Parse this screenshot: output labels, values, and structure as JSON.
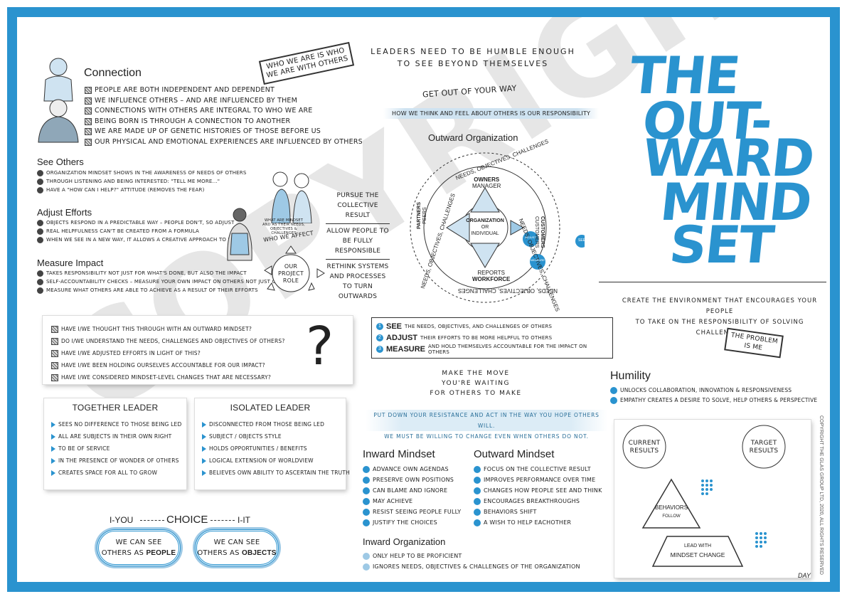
{
  "watermark": "COPYRIGHT",
  "copyright_vertical": "COPYRIGHT THE GLAS GROUP LTD, 2020, ALL RIGHTS RESERVED",
  "signature": "DAY",
  "header": {
    "title_lines": [
      "THE",
      "OUT-",
      "WARD",
      "MIND",
      "SET"
    ],
    "quote_line1": "LEADERS NEED TO BE HUMBLE ENOUGH",
    "quote_line2": "TO SEE BEYOND THEMSELVES"
  },
  "ribbon_who": {
    "line1": "WHO WE ARE IS WHO",
    "line2": "WE ARE WITH OTHERS"
  },
  "connection": {
    "heading": "Connection",
    "items": [
      "PEOPLE ARE BOTH INDEPENDENT AND DEPENDENT",
      "WE INFLUENCE OTHERS – AND ARE INFLUENCED BY THEM",
      "CONNECTIONS WITH OTHERS ARE INTEGRAL TO WHO WE ARE",
      "BEING BORN IS THROUGH A CONNECTION TO ANOTHER",
      "WE ARE MADE UP OF GENETIC HISTORIES OF THOSE BEFORE US",
      "OUR PHYSICAL AND EMOTIONAL EXPERIENCES ARE INFLUENCED BY OTHERS"
    ]
  },
  "see_others": {
    "heading": "See Others",
    "items": [
      "ORGANIZATION MINDSET SHOWS IN THE AWARENESS OF NEEDS OF OTHERS",
      "THROUGH LISTENING AND BEING INTERESTED: \"TELL ME MORE...\"",
      "HAVE A \"HOW CAN I HELP?\" ATTITUDE (REMOVES THE FEAR)"
    ]
  },
  "adjust_efforts": {
    "heading": "Adjust Efforts",
    "items": [
      "OBJECTS RESPOND IN A PREDICTABLE WAY – PEOPLE DON'T, SO ADJUST",
      "REAL HELPFULNESS CAN'T BE CREATED FROM A FORMULA",
      "WHEN WE SEE IN A NEW WAY, IT ALLOWS A CREATIVE APPROACH TO HELP"
    ]
  },
  "measure_impact": {
    "heading": "Measure Impact",
    "items": [
      "TAKES RESPONSIBILITY NOT JUST FOR WHAT'S DONE, BUT ALSO THE IMPACT",
      "SELF-ACCOUNTABILITY CHECKS – MEASURE YOUR OWN IMPACT ON OTHERS NOT JUST OUTPUT",
      "MEASURE WHAT OTHERS ARE ABLE TO ACHIEVE AS A RESULT OF THEIR EFFORTS"
    ]
  },
  "sketch": {
    "caption": "WHAT ARE MINDSET AND AS THEIR NEEDS, OBJECTIVES & CHALLENGES",
    "who_we_affect": "WHO WE AFFECT",
    "center": "OUR PROJECT ROLE"
  },
  "pursue_col": {
    "blocks": [
      "PURSUE THE COLLECTIVE RESULT",
      "ALLOW PEOPLE TO BE FULLY RESPONSIBLE",
      "RETHINK SYSTEMS AND PROCESSES TO TURN OUTWARDS"
    ]
  },
  "center_top": {
    "get_out": "GET OUT OF YOUR WAY",
    "how_we_think": "HOW WE THINK AND FEEL ABOUT OTHERS IS OUR RESPONSIBILITY",
    "outward_org": "Outward Organization"
  },
  "wheel": {
    "owners": "OWNERS",
    "manager": "MANAGER",
    "partners": "PARTNERS",
    "peers": "PEERS",
    "customers": "CUSTOMERS",
    "customers_sub": "CUSTOMERS",
    "reports": "REPORTS",
    "workforce": "WORKFORCE",
    "center1": "ORGANIZATION",
    "center2": "OR",
    "center3": "INDIVIDUAL",
    "ring_top": "NEEDS, OBJECTIVES, CHALLENGES",
    "ring_right": "NEEDS, OBJECTIVES, CHALLENGES",
    "ring_bottom": "NEEDS, OBJECTIVES, CHALLENGES",
    "ring_left": "NEEDS, OBJECTIVES, CHALLENGES",
    "adjust": "ADJUST",
    "measure": "MEASURE",
    "see": "SEE"
  },
  "questions": [
    "HAVE I/WE THOUGHT THIS THROUGH WITH AN OUTWARD MINDSET?",
    "DO I/WE UNDERSTAND THE NEEDS, CHALLENGES AND OBJECTIVES OF OTHERS?",
    "HAVE I/WE ADJUSTED EFFORTS IN LIGHT OF THIS?",
    "HAVE I/WE BEEN HOLDING OURSELVES ACCOUNTABLE FOR OUR IMPACT?",
    "HAVE I/WE CONSIDERED MINDSET-LEVEL CHANGES THAT ARE NECESSARY?"
  ],
  "question_mark": "?",
  "steps": [
    {
      "num": "1",
      "word": "SEE",
      "text": "THE NEEDS, OBJECTIVES, AND CHALLENGES OF OTHERS"
    },
    {
      "num": "2",
      "word": "ADJUST",
      "text": "THEIR EFFORTS TO BE MORE HELPFUL TO OTHERS"
    },
    {
      "num": "3",
      "word": "MEASURE",
      "text": "AND HOLD THEMSELVES ACCOUNTABLE FOR THE IMPACT ON OTHERS"
    }
  ],
  "make_move": [
    "MAKE THE MOVE",
    "YOU'RE WAITING",
    "FOR OTHERS TO MAKE"
  ],
  "put_down": {
    "line1": "PUT DOWN YOUR RESISTANCE AND ACT IN THE WAY YOU HOPE OTHERS WILL.",
    "line2": "WE MUST BE WILLING TO CHANGE EVEN WHEN OTHERS DO NOT."
  },
  "create_env": {
    "line1": "CREATE THE ENVIRONMENT THAT ENCOURAGES YOUR PEOPLE",
    "line2": "TO TAKE ON THE RESPONSIBILITY OF SOLVING CHALLENGES"
  },
  "problem_ribbon": {
    "line1": "THE PROBLEM",
    "line2": "IS ME"
  },
  "humility": {
    "heading": "Humility",
    "items": [
      "UNLOCKS COLLABORATION, INNOVATION & RESPONSIVENESS",
      "EMPATHY CREATES A DESIRE TO SOLVE, HELP OTHERS & PERSPECTIVE"
    ]
  },
  "together": {
    "heading": "TOGETHER LEADER",
    "items": [
      "SEES NO DIFFERENCE TO THOSE BEING LED",
      "ALL ARE SUBJECTS IN THEIR OWN RIGHT",
      "TO BE OF SERVICE",
      "IN THE PRESENCE OF WONDER OF OTHERS",
      "CREATES SPACE FOR ALL TO GROW"
    ]
  },
  "isolated": {
    "heading": "ISOLATED LEADER",
    "items": [
      "DISCONNECTED FROM THOSE BEING LED",
      "SUBJECT / OBJECTS STYLE",
      "HOLDS OPPORTUNITIES / BENEFITS",
      "LOGICAL EXTENSION OF WORLDVIEW",
      "BELIEVES OWN ABILITY TO ASCERTAIN THE TRUTH"
    ]
  },
  "choice": {
    "left": "I-YOU",
    "center": "CHOICE",
    "right": "I-IT",
    "people_pre1": "WE CAN SEE",
    "people_pre2": "OTHERS AS",
    "people_word": "PEOPLE",
    "objects_pre1": "WE CAN SEE",
    "objects_pre2": "OTHERS AS",
    "objects_word": "OBJECTS"
  },
  "inward_mindset": {
    "heading": "Inward Mindset",
    "items": [
      "ADVANCE OWN AGENDAS",
      "PRESERVE OWN POSITIONS",
      "CAN BLAME AND IGNORE",
      "MAY ACHIEVE",
      "RESIST SEEING PEOPLE FULLY",
      "JUSTIFY THE CHOICES"
    ]
  },
  "outward_mindset": {
    "heading": "Outward Mindset",
    "items": [
      "FOCUS ON THE COLLECTIVE RESULT",
      "IMPROVES PERFORMANCE OVER TIME",
      "CHANGES HOW PEOPLE SEE AND THINK",
      "ENCOURAGES BREAKTHROUGHS",
      "BEHAVIORS SHIFT",
      "A WISH TO HELP EACHOTHER"
    ]
  },
  "inward_org": {
    "heading": "Inward Organization",
    "items": [
      "ONLY HELP TO BE PROFICIENT",
      "IGNORES NEEDS, OBJECTIVES & CHALLENGES OF THE ORGANIZATION"
    ]
  },
  "results": {
    "current": "CURRENT RESULTS",
    "target": "TARGET RESULTS",
    "behaviors": "BEHAVIORS",
    "follow": "FOLLOW",
    "lead_with": "LEAD WITH",
    "mindset_change": "MINDSET CHANGE"
  },
  "colors": {
    "accent": "#2a93cf",
    "light": "#9ec9e5",
    "ink": "#222222"
  }
}
